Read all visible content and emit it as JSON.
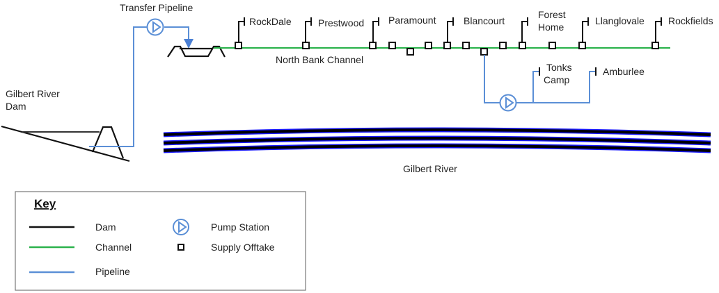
{
  "colors": {
    "dam": "#111111",
    "channel": "#2bb24c",
    "pipeline": "#5b8fd6",
    "river_core": "#000000",
    "river_edge": "#1a1aff",
    "offtake": "#111111",
    "text": "#222222",
    "key_border": "#777777"
  },
  "labels": {
    "transfer_pipeline": "Transfer Pipeline",
    "dam_line1": "Gilbert River",
    "dam_line2": "Dam",
    "channel": "North Bank Channel",
    "river": "Gilbert River"
  },
  "towns": {
    "rockdale": "RockDale",
    "prestwood": "Prestwood",
    "paramount": "Paramount",
    "blancourt": "Blancourt",
    "forest_home_1": "Forest",
    "forest_home_2": "Home",
    "llanglovale": "Llanglovale",
    "rockfields": "Rockfields",
    "tonks_camp_1": "Tonks",
    "tonks_camp_2": "Camp",
    "amburlee": "Amburlee"
  },
  "key": {
    "title": "Key",
    "items": {
      "dam": "Dam",
      "channel": "Channel",
      "pipeline": "Pipeline",
      "pump": "Pump Station",
      "offtake": "Supply Offtake"
    }
  }
}
